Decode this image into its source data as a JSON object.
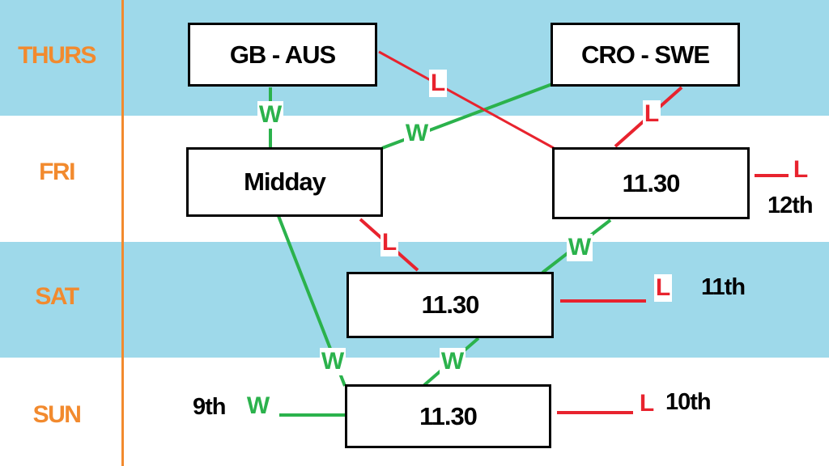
{
  "days": {
    "thurs": "THURS",
    "fri": "FRI",
    "sat": "SAT",
    "sun": "SUN"
  },
  "matches": {
    "gb_aus": "GB - AUS",
    "cro_swe": "CRO - SWE",
    "fri_midday": "Midday",
    "fri_1130": "11.30",
    "sat_1130": "11.30",
    "sun_1130": "11.30"
  },
  "results": {
    "win": "W",
    "loss": "L"
  },
  "placings": {
    "p12": "12th",
    "p11": "11th",
    "p10": "10th",
    "p9": "9th"
  },
  "colors": {
    "band_blue": "#9ed9ea",
    "day_orange": "#f28a2e",
    "win_green": "#2bb24c",
    "loss_red": "#e8232e"
  }
}
